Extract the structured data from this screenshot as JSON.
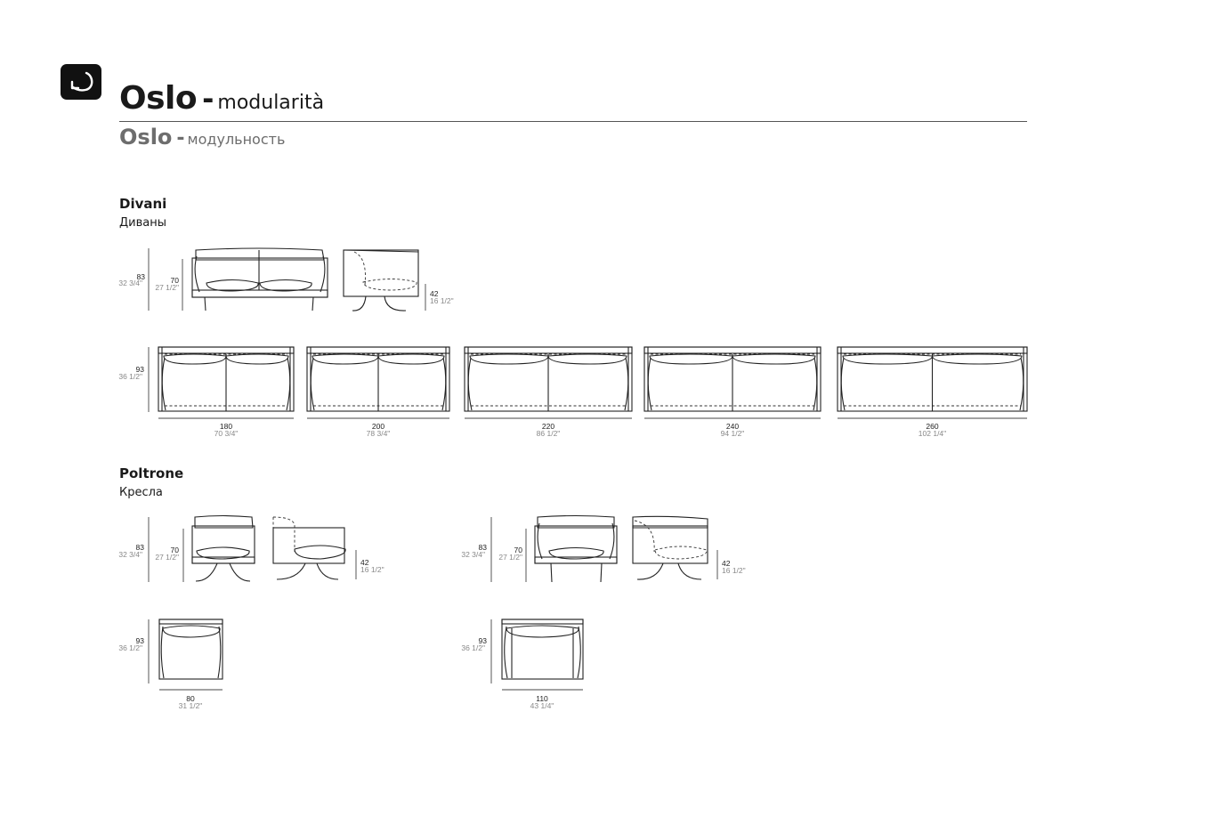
{
  "header": {
    "model": "Oslo",
    "separator": "-",
    "subtitle_it": "modularità",
    "subtitle_ru": "модульность",
    "back_icon": "return-arrow-icon"
  },
  "sections": {
    "sofas": {
      "title": "Divani",
      "subtitle": "Диваны"
    },
    "armchairs": {
      "title": "Poltrone",
      "subtitle": "Кресла"
    }
  },
  "dimensions": {
    "sofa_side": {
      "overall_height": {
        "cm": "83",
        "in": "32 3/4\""
      },
      "arm_height": {
        "cm": "70",
        "in": "27 1/2\""
      },
      "seat_height": {
        "cm": "42",
        "in": "16 1/2\""
      }
    },
    "sofa_depth": {
      "cm": "93",
      "in": "36 1/2\""
    },
    "sofa_widths": [
      {
        "cm": "180",
        "in": "70 3/4\""
      },
      {
        "cm": "200",
        "in": "78 3/4\""
      },
      {
        "cm": "220",
        "in": "86 1/2\""
      },
      {
        "cm": "240",
        "in": "94 1/2\""
      },
      {
        "cm": "260",
        "in": "102 1/4\""
      }
    ],
    "armchairs": [
      {
        "overall_height": {
          "cm": "83",
          "in": "32 3/4\""
        },
        "arm_height": {
          "cm": "70",
          "in": "27 1/2\""
        },
        "seat_height": {
          "cm": "42",
          "in": "16 1/2\""
        },
        "depth": {
          "cm": "93",
          "in": "36 1/2\""
        },
        "width": {
          "cm": "80",
          "in": "31 1/2\""
        }
      },
      {
        "overall_height": {
          "cm": "83",
          "in": "32 3/4\""
        },
        "arm_height": {
          "cm": "70",
          "in": "27 1/2\""
        },
        "seat_height": {
          "cm": "42",
          "in": "16 1/2\""
        },
        "depth": {
          "cm": "93",
          "in": "36 1/2\""
        },
        "width": {
          "cm": "110",
          "in": "43 1/4\""
        }
      }
    ]
  }
}
